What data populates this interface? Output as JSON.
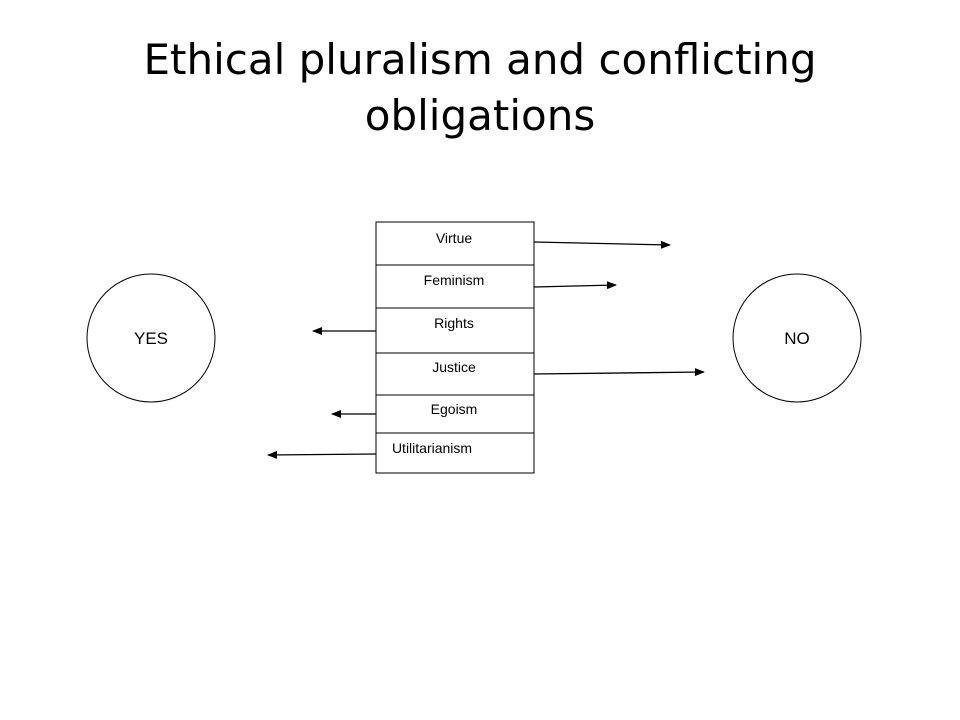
{
  "slide": {
    "title": "Ethical pluralism and conflicting obligations"
  },
  "diagram": {
    "left_circle": "YES",
    "right_circle": "NO",
    "theories": [
      {
        "label": "Virtue",
        "points_to": "NO"
      },
      {
        "label": "Feminism",
        "points_to": "NO"
      },
      {
        "label": "Rights",
        "points_to": "YES"
      },
      {
        "label": "Justice",
        "points_to": "NO"
      },
      {
        "label": "Egoism",
        "points_to": "YES"
      },
      {
        "label": "Utilitarianism",
        "points_to": "YES"
      }
    ]
  }
}
